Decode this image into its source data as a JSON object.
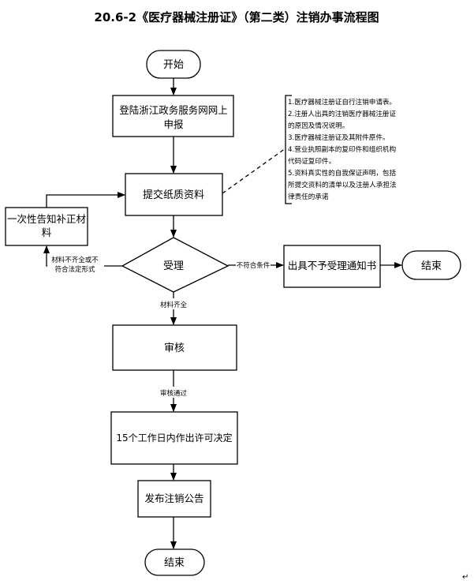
{
  "title": "20.6-2《医疗器械注册证》（第二类）注销办事流程图",
  "nodes": {
    "start": "开始",
    "login_line1": "登陆浙江政务服务网网上",
    "login_line2": "申报",
    "submit": "提交纸质资料",
    "notify_line1": "一次性告知补正材",
    "notify_line2": "料",
    "accept": "受理",
    "reject_notice": "出具不予受理通知书",
    "end_right": "结束",
    "review": "审核",
    "decision": "15个工作日内作出许可决定",
    "publish": "发布注销公告",
    "end_bottom": "结束"
  },
  "edge_labels": {
    "incomplete_line1": "材料不齐全或不",
    "incomplete_line2": "符合法定形式",
    "not_qualified": "不符合条件",
    "complete": "材料齐全",
    "approved": "审核通过"
  },
  "materials_note": [
    "1.医疗器械注册证自行注销申请表。",
    "2.注册人出具的注销医疗器械注册证",
    "的原因及情况说明。",
    "3.医疗器械注册证及其附件原件。",
    "4.营业执照副本的复印件和组织机构",
    "代码证复印件。",
    "5.资料真实性的自我保证声明，包括",
    "所提交资料的清单以及注册人承担法",
    "律责任的承诺"
  ],
  "page_mark": "↵"
}
